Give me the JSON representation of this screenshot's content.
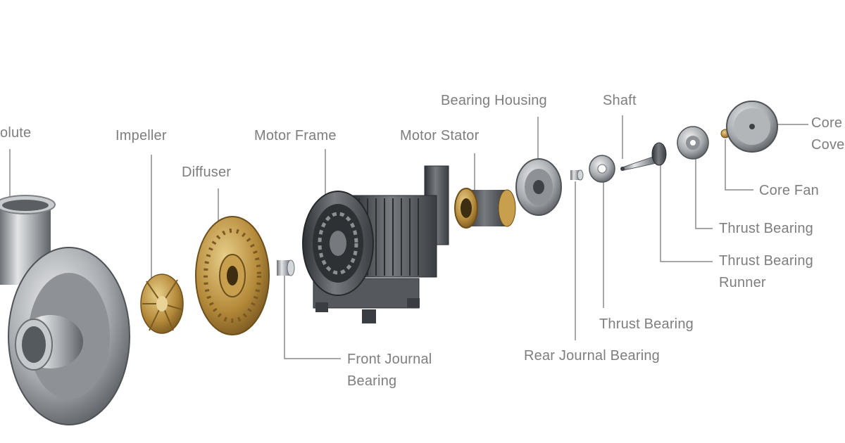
{
  "diagram": {
    "labels": {
      "volute": "olute",
      "impeller": "Impeller",
      "diffuser": "Diffuser",
      "motor_frame": "Motor Frame",
      "motor_stator": "Motor Stator",
      "bearing_housing": "Bearing Housing",
      "shaft": "Shaft",
      "core_cover": [
        "Core",
        "Cove"
      ],
      "core_fan": "Core Fan",
      "thrust_bearing_right": "Thrust Bearing",
      "thrust_bearing_runner": [
        "Thrust Bearing",
        "Runner"
      ],
      "thrust_bearing_center": "Thrust Bearing",
      "rear_journal_bearing": "Rear Journal Bearing",
      "front_journal_bearing": [
        "Front Journal",
        "Bearing"
      ]
    },
    "colors": {
      "label_text": "#7e7e7e",
      "leader_line": "#8a8a8a",
      "steel": "#9a9da1",
      "bronze": "#b58a3a",
      "dark_metal": "#4a4d52"
    }
  }
}
